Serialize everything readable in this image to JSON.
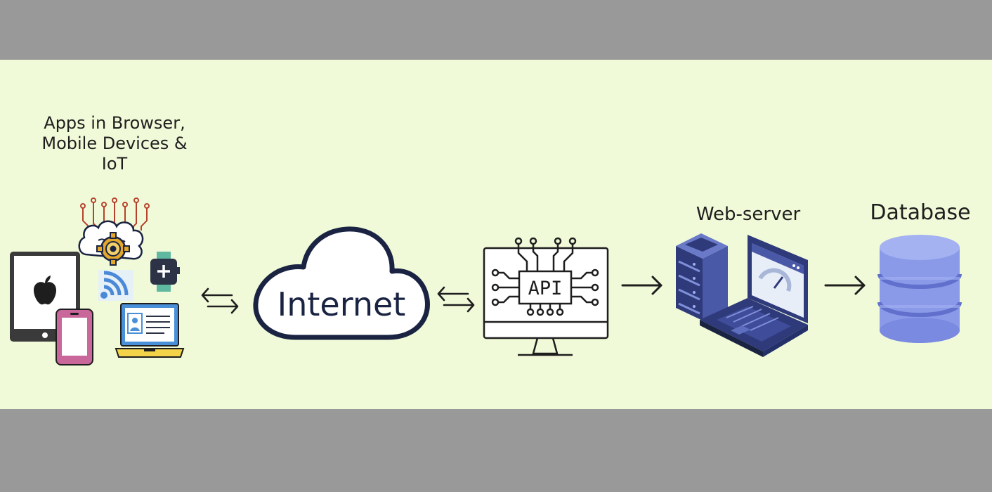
{
  "diagram": {
    "apps": {
      "lines": [
        "Apps in Browser,",
        "Mobile Devices &",
        "IoT"
      ]
    },
    "internet": {
      "label": "Internet"
    },
    "api": {
      "label": "API"
    },
    "webserver": {
      "label": "Web-server"
    },
    "database": {
      "label": "Database"
    },
    "colors": {
      "background": "#f1fad8",
      "frame": "#999999",
      "navy": "#1a2442",
      "tablet": "#3a3a3a",
      "phone": "#c9679a",
      "laptop_screen": "#4a90d9",
      "laptop_base": "#f2d34a",
      "gear": "#e2a72b",
      "circuit": "#b6422d",
      "watch_band": "#5fb8a0",
      "wifi": "#4a88d8",
      "server": "#2e3a7a",
      "server_light": "#5f6fbf",
      "db_fill": "#8a9ae8",
      "db_dark": "#6070cc"
    },
    "arrows": [
      {
        "from": "apps",
        "to": "internet",
        "direction": "bidirectional"
      },
      {
        "from": "internet",
        "to": "api",
        "direction": "bidirectional"
      },
      {
        "from": "api",
        "to": "webserver",
        "direction": "forward"
      },
      {
        "from": "webserver",
        "to": "database",
        "direction": "forward"
      }
    ]
  }
}
